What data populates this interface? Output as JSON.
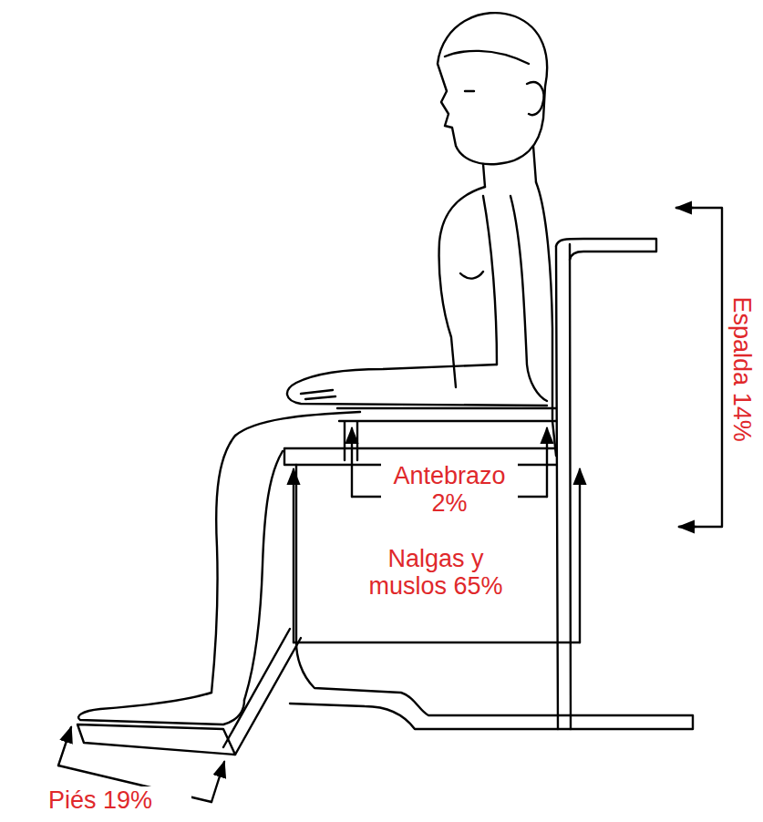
{
  "diagram": {
    "labels": [
      "Espalda 14%",
      "Antebrazo 2%",
      "Nalgas y muslos 65%",
      "Piés 19%"
    ]
  }
}
